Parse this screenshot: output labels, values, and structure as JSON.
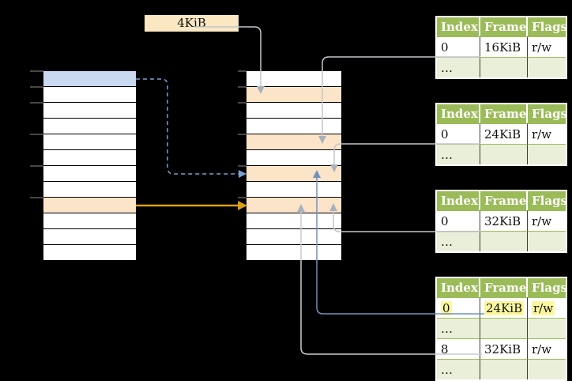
{
  "page_size_label": "4KiB",
  "virtual_memory_column": {
    "rows": 12,
    "highlighted_blue_row_index": 0,
    "highlighted_orange_row_index": 8
  },
  "physical_memory_column": {
    "rows": 12,
    "highlighted_orange_row_indexes": [
      1,
      4,
      6,
      8
    ]
  },
  "page_tables": [
    {
      "headers": [
        "Index",
        "Frame",
        "Flags"
      ],
      "rows": [
        [
          "0",
          "16KiB",
          "r/w"
        ],
        [
          "…",
          "",
          ""
        ]
      ]
    },
    {
      "headers": [
        "Index",
        "Frame",
        "Flags"
      ],
      "rows": [
        [
          "0",
          "24KiB",
          "r/w"
        ],
        [
          "…",
          "",
          ""
        ]
      ]
    },
    {
      "headers": [
        "Index",
        "Frame",
        "Flags"
      ],
      "rows": [
        [
          "0",
          "32KiB",
          "r/w"
        ],
        [
          "…",
          "",
          ""
        ]
      ]
    },
    {
      "headers": [
        "Index",
        "Frame",
        "Flags"
      ],
      "rows": [
        [
          "0",
          "24KiB",
          "r/w"
        ],
        [
          "…",
          "",
          ""
        ],
        [
          "8",
          "32KiB",
          "r/w"
        ],
        [
          "…",
          "",
          ""
        ]
      ],
      "highlighted_row_index": 0
    }
  ],
  "colors": {
    "table_header_green": "#9bbb59",
    "table_row_light_green": "#e9efd9",
    "highlight_yellow": "#fbf79e",
    "cell_blue": "#c9d9f0",
    "cell_orange": "#fce4c9",
    "pagesize_box_cream": "#fbe7c1",
    "connector_gray": "#c2c6cc",
    "connector_blue_solid": "#7191bf",
    "connector_blue_dashed": "#7ba1d1",
    "connector_orange": "#dc9e14"
  }
}
